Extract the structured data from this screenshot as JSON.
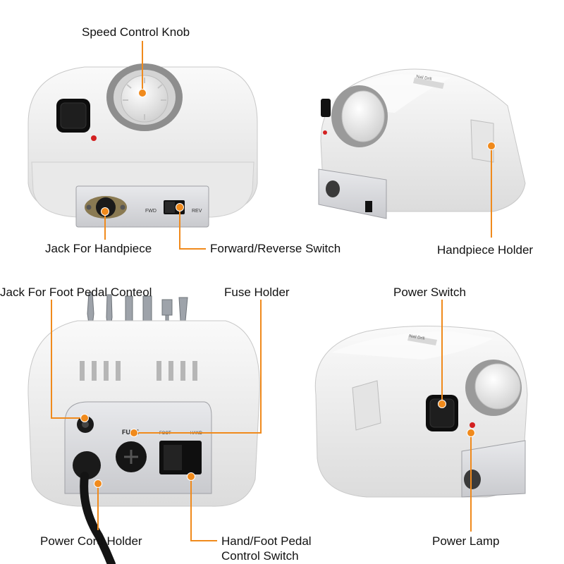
{
  "labels": {
    "speed_control_knob": "Speed Control Knob",
    "jack_for_handpiece": "Jack For Handpiece",
    "forward_reverse_switch": "Forward/Reverse Switch",
    "handpiece_holder": "Handpiece Holder",
    "jack_for_foot_pedal": "Jack For Foot Pedal Conteol",
    "fuse_holder": "Fuse Holder",
    "power_switch": "Power Switch",
    "power_cord_holder": "Power Cord Holder",
    "hand_foot_pedal_line1": "Hand/Foot Pedal",
    "hand_foot_pedal_line2": "Control Switch",
    "power_lamp": "Power Lamp"
  },
  "device_markings": {
    "fwd": "FWD",
    "rev": "REV",
    "fuse": "FUSE",
    "foot": "FOOT",
    "hand": "HAND",
    "brand": "Nail Drill"
  },
  "colors": {
    "callout": "#f08a1c",
    "device_body": "#f2f2f2",
    "panel": "#d9dadd",
    "switch": "#111111",
    "lamp": "#d32020"
  }
}
